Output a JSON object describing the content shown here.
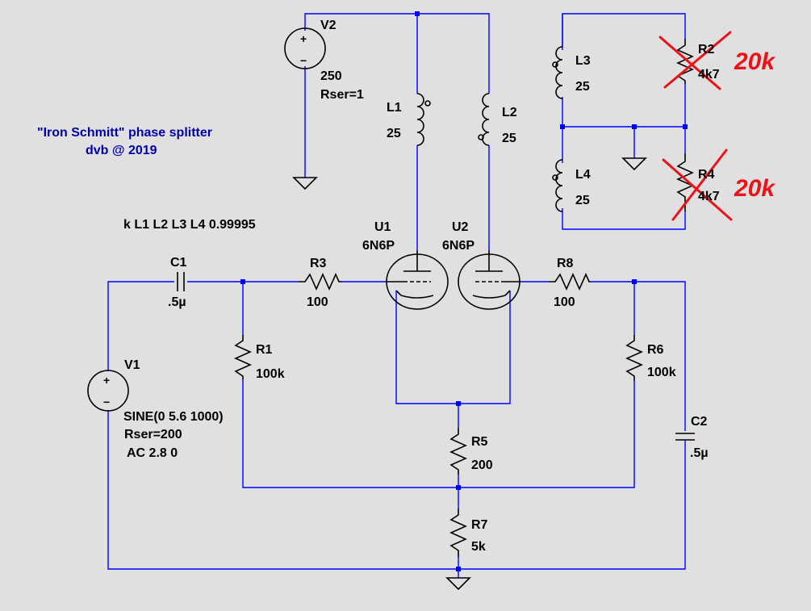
{
  "colors": {
    "background": "#e0e0e0",
    "wire": "#0000ff",
    "symbol": "#000000",
    "note": "#0000aa",
    "annotation": "#e8141a"
  },
  "title": {
    "line1": "\"Iron Schmitt\" phase splitter",
    "line2": "dvb @ 2019"
  },
  "coupling_directive": "k L1 L2 L3 L4 0.99995",
  "components": {
    "V1": {
      "name": "V1",
      "value": "SINE(0 5.6 1000)",
      "rser": "Rser=200",
      "ac": "AC 2.8 0"
    },
    "V2": {
      "name": "V2",
      "value": "250",
      "rser": "Rser=1"
    },
    "C1": {
      "name": "C1",
      "value": ".5µ"
    },
    "C2": {
      "name": "C2",
      "value": ".5µ"
    },
    "R1": {
      "name": "R1",
      "value": "100k"
    },
    "R2": {
      "name": "R2",
      "value": "4k7"
    },
    "R3": {
      "name": "R3",
      "value": "100"
    },
    "R4": {
      "name": "R4",
      "value": "4k7"
    },
    "R5": {
      "name": "R5",
      "value": "200"
    },
    "R6": {
      "name": "R6",
      "value": "100k"
    },
    "R7": {
      "name": "R7",
      "value": "5k"
    },
    "R8": {
      "name": "R8",
      "value": "100"
    },
    "L1": {
      "name": "L1",
      "value": "25"
    },
    "L2": {
      "name": "L2",
      "value": "25"
    },
    "L3": {
      "name": "L3",
      "value": "25"
    },
    "L4": {
      "name": "L4",
      "value": "25"
    },
    "U1": {
      "name": "U1",
      "value": "6N6P"
    },
    "U2": {
      "name": "U2",
      "value": "6N6P"
    }
  },
  "annotations": {
    "r2_replacement": "20k",
    "r4_replacement": "20k"
  },
  "icons": {
    "ground": "ground-icon",
    "voltage_source": "voltage-source-icon",
    "triode": "triode-icon"
  }
}
